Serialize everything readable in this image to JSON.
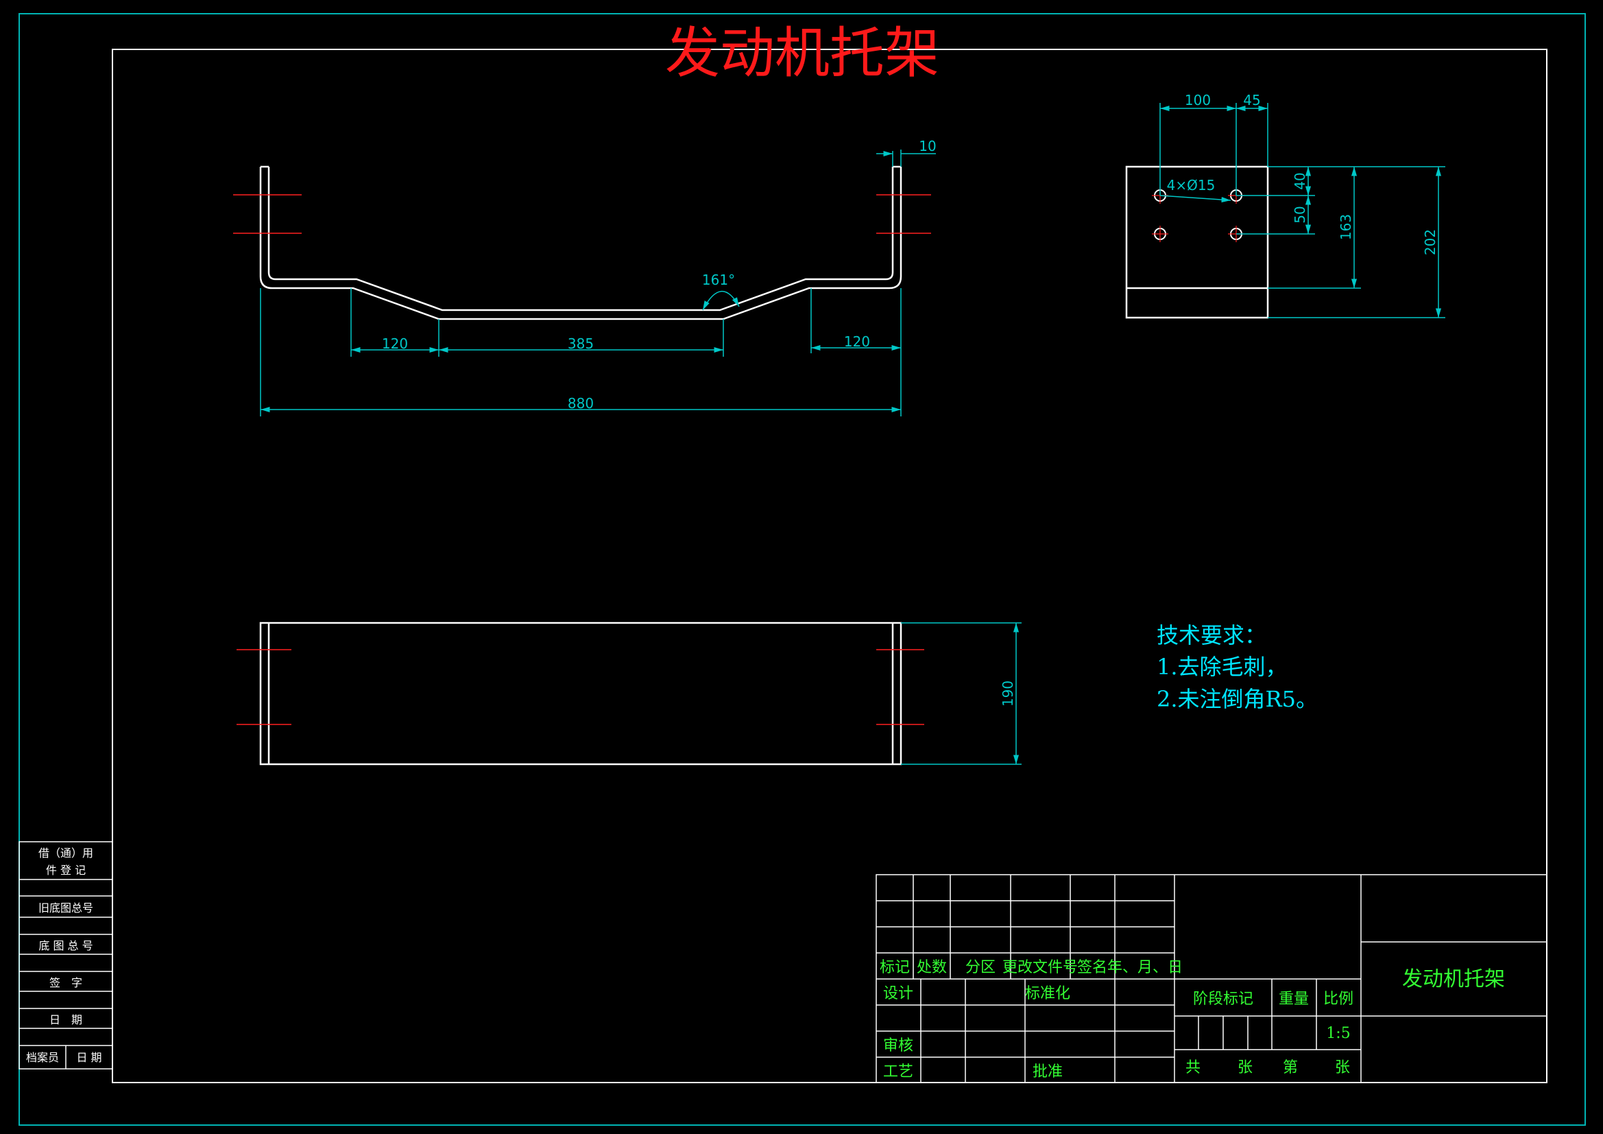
{
  "drawing": {
    "title": "发动机托架",
    "colors": {
      "background": "#000000",
      "outline": "#ffffff",
      "dimension": "#00c8c8",
      "title_text": "#ff1a1a",
      "table_text": "#33ff33",
      "notes_text": "#00e5ff",
      "center_line": "#ff2020"
    }
  },
  "front_view": {
    "dim_left": "120",
    "dim_middle": "385",
    "dim_right": "120",
    "dim_total": "880",
    "dim_thickness": "10",
    "angle": "161°"
  },
  "side_view": {
    "dim_100": "100",
    "dim_45": "45",
    "dim_40": "40",
    "dim_50": "50",
    "dim_163": "163",
    "dim_202": "202",
    "holes_label": "4×Ø15"
  },
  "top_view": {
    "dim_width": "190"
  },
  "notes": {
    "heading": "技术要求：",
    "line1": "1.去除毛刺，",
    "line2": "2.未注倒角R5。"
  },
  "side_table": {
    "row1_a": "借（通）用",
    "row1_b": "件 登 记",
    "row2": "旧底图总号",
    "row3": "底 图 总 号",
    "row4": "签　字",
    "row5": "日　期",
    "row6_a": "档案员",
    "row6_b": "日 期"
  },
  "title_block": {
    "h_mark": "标记",
    "h_count": "处数",
    "h_zone": "分区",
    "h_doc": "更改文件号",
    "h_sign": "签名",
    "h_date": "年、月、日",
    "r_design": "设计",
    "r_standard": "标准化",
    "r_review": "审核",
    "r_process": "工艺",
    "r_approve": "批准",
    "stage": "阶段标记",
    "weight": "重量",
    "scale_label": "比例",
    "scale_value": "1:5",
    "total": "共",
    "sheet1": "张",
    "nth": "第",
    "sheet2": "张",
    "part_name": "发动机托架"
  }
}
